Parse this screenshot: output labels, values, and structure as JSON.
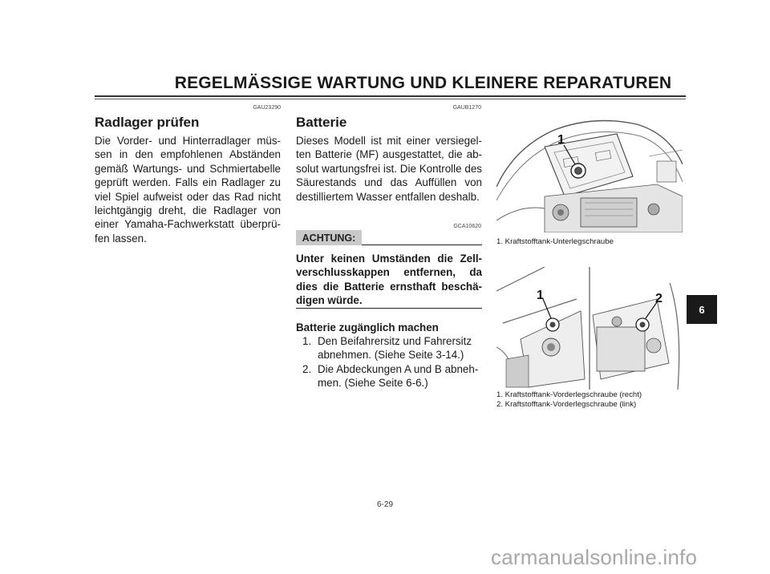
{
  "header": {
    "title": "REGELMÄSSIGE WARTUNG UND KLEINERE REPARATUREN"
  },
  "left": {
    "code": "GAU23290",
    "heading": "Radlager prüfen",
    "paragraph": "Die Vorder- und Hinterradlager müs-sen in den empfohlenen Abständen gemäß Wartungs- und Schmiertabelle geprüft werden. Falls ein Radlager zu viel Spiel aufweist oder das Rad nicht leichtgängig dreht, die Radlager von einer Yamaha-Fachwerkstatt überprü-fen lassen."
  },
  "middle": {
    "code": "GAUB1270",
    "heading": "Batterie",
    "paragraph": "Dieses Modell ist mit einer versiegel-ten Batterie (MF) ausgestattet, die ab-solut wartungsfrei ist. Die Kontrolle des Säurestands und das Auffüllen von destilliertem Wasser entfallen deshalb.",
    "warning_code": "GCA10620",
    "warning_label": "ACHTUNG:",
    "warning_text": "Unter keinen Umständen die Zell-verschlusskappen entfernen, da dies die Batterie ernsthaft beschä-digen würde.",
    "access_heading": "Batterie zugänglich machen",
    "steps": [
      {
        "num": "1.",
        "text": "Den Beifahrersitz und Fahrersitz abnehmen. (Siehe Seite 3-14.)"
      },
      {
        "num": "2.",
        "text": "Die Abdeckungen A und B abneh-men. (Siehe Seite 6-6.)"
      }
    ]
  },
  "right": {
    "figure1": {
      "callouts": [
        "1"
      ],
      "captions": [
        "1. Kraftstofftank-Unterlegschraube"
      ]
    },
    "figure2": {
      "callouts": [
        "1",
        "2"
      ],
      "captions": [
        "1. Kraftstofftank-Vorderlegschraube (recht)",
        "2. Kraftstofftank-Vorderlegschraube (link)"
      ]
    }
  },
  "tab": {
    "label": "6"
  },
  "footer": {
    "page_number": "6-29"
  },
  "watermark": {
    "text": "carmanualsonline.info"
  }
}
